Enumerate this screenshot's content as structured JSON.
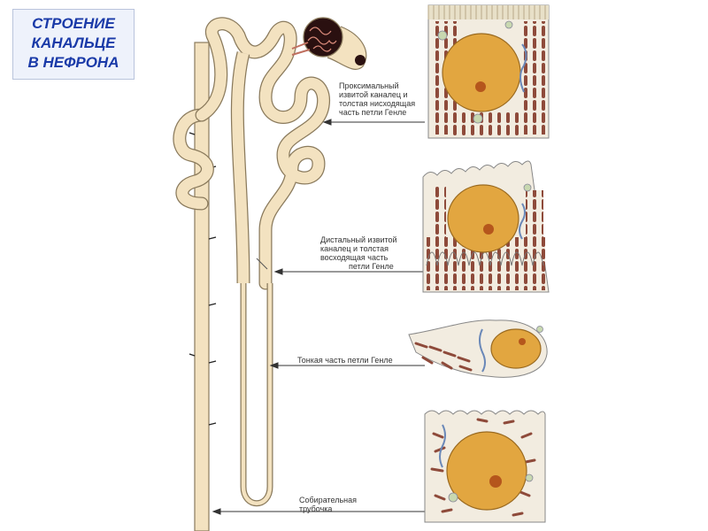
{
  "title": {
    "line1": "СТРОЕНИЕ",
    "line2": "КАНАЛЬЦЕ",
    "line3": "В НЕФРОНА"
  },
  "labels": {
    "proximal": [
      "Проксимальный",
      "извитой каналец и",
      "толстая нисходящая",
      "часть петли Генле"
    ],
    "distal": [
      "Дистальный извитой",
      "каналец и толстая",
      "восходящая часть",
      "петли Генле"
    ],
    "thin": [
      "Тонкая часть петли Генле"
    ],
    "collecting": [
      "Собирательная",
      "трубочка"
    ]
  },
  "colors": {
    "tubule": "#f3e2c0",
    "tubule_outline": "#8a7a5c",
    "nucleus": "#e2a640",
    "nucleolus": "#b5561c",
    "mitochondria": "#8e4a3a",
    "cytoplasm": "#f2ece0",
    "glomerulus": "#4a2020",
    "title_text": "#1a3aa8"
  }
}
